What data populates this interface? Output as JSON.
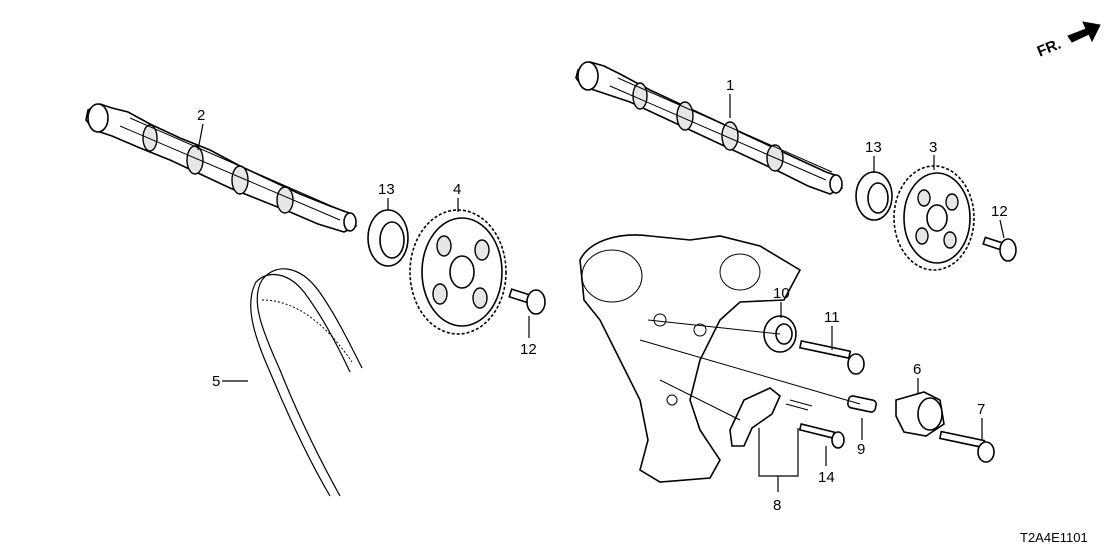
{
  "direction_label": "FR.",
  "diagram_code": "T2A4E1101",
  "callouts": {
    "c1": "1",
    "c2": "2",
    "c3": "3",
    "c4": "4",
    "c5": "5",
    "c6": "6",
    "c7": "7",
    "c8": "8",
    "c9": "9",
    "c10": "10",
    "c11": "11",
    "c12a": "12",
    "c12b": "12",
    "c13a": "13",
    "c13b": "13",
    "c14": "14"
  },
  "icons": {
    "direction": "arrow-right-icon"
  }
}
